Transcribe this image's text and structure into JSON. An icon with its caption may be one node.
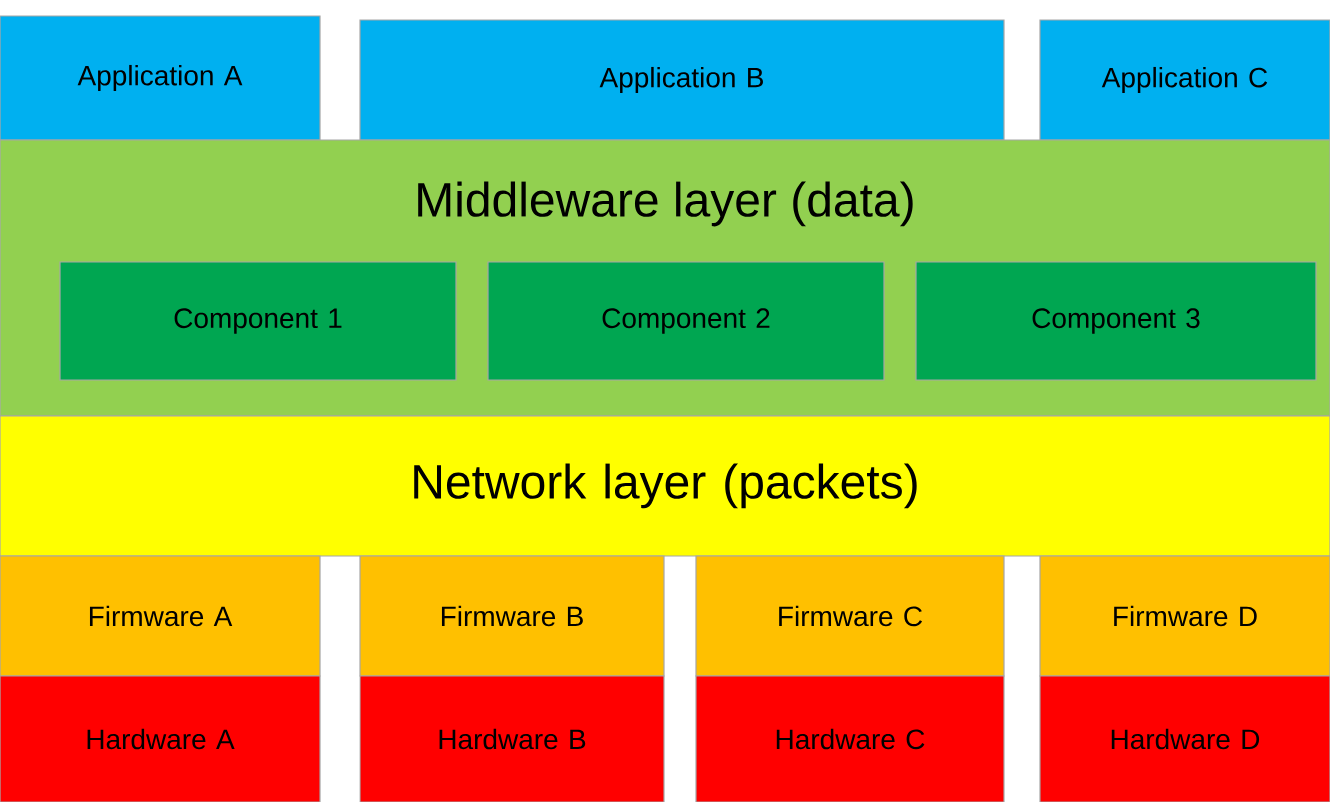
{
  "diagram": {
    "nodes": [
      {
        "text": [
          "Application A"
        ]
      },
      {
        "text": [
          "Application B"
        ]
      },
      {
        "text": [
          "Application C"
        ]
      },
      {
        "text": [
          "Middleware layer (data)"
        ]
      },
      {
        "text": [
          "Component 1"
        ],
        "in": 3
      },
      {
        "text": [
          "Component 2"
        ],
        "in": 3
      },
      {
        "text": [
          "Component 3"
        ],
        "in": 3
      },
      {
        "text": [
          "Network layer (packets)"
        ]
      },
      {
        "text": [
          "Firmware A"
        ]
      },
      {
        "text": [
          "Firmware B"
        ]
      },
      {
        "text": [
          "Firmware C"
        ]
      },
      {
        "text": [
          "Firmware D"
        ]
      },
      {
        "text": [
          "Hardware A"
        ]
      },
      {
        "text": [
          "Hardware B"
        ]
      },
      {
        "text": [
          "Hardware C"
        ]
      },
      {
        "text": [
          "Hardware D"
        ]
      }
    ]
  }
}
